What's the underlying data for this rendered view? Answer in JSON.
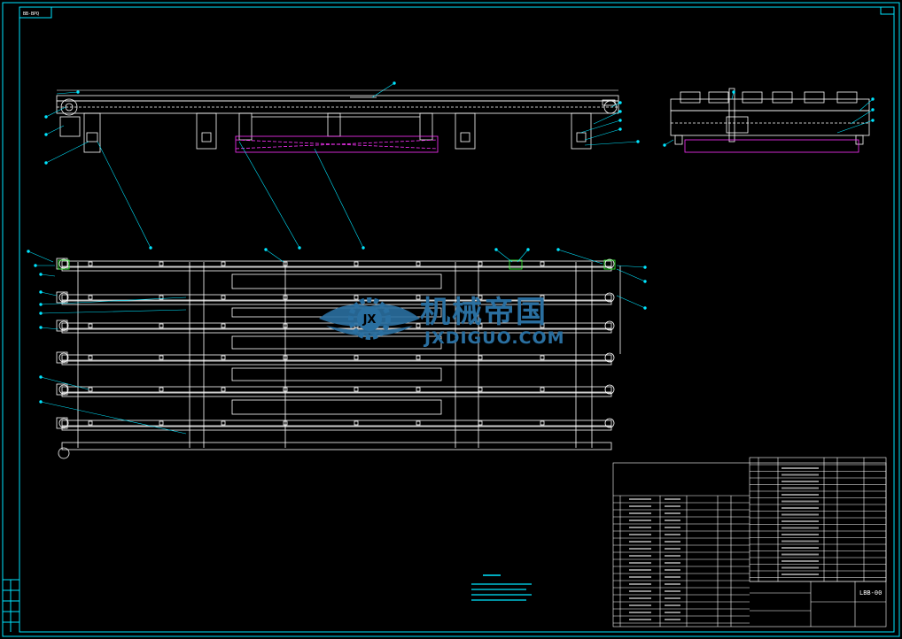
{
  "sheet": {
    "corner_tag": "BB-BPQ",
    "colors": {
      "background": "#000000",
      "frame": "#00e5ff",
      "geometry": "#ffffff",
      "leader": "#00e5ff",
      "hidden_part": "#ff33ff",
      "watermark": "#2a6fa0"
    }
  },
  "watermark": {
    "logo_letters": "JX",
    "title_cn": "机械帝国",
    "title_en": "JXDIGUO.COM"
  },
  "title_block": {
    "drawing_number": "LBB-00"
  }
}
